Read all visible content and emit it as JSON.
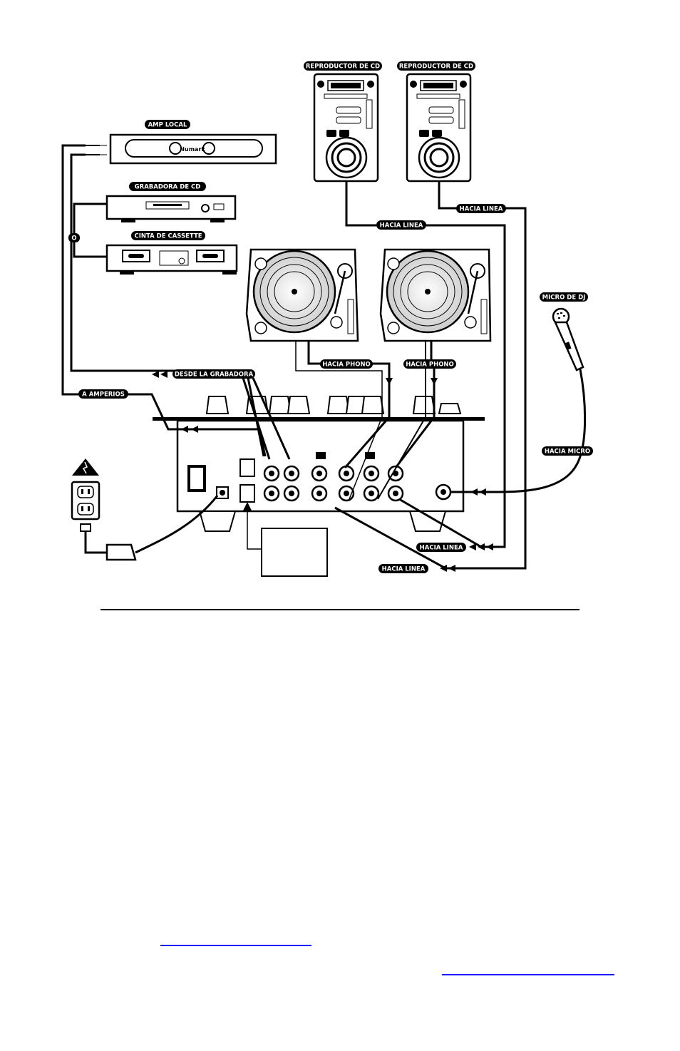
{
  "labels": {
    "cd_player_1": "REPRODUCTOR DE CD",
    "cd_player_2": "REPRODUCTOR DE CD",
    "amp": "AMP LOCAL",
    "cd_recorder": "GRABADORA DE CD",
    "cassette": "CINTA DE CASSETTE",
    "o": "O",
    "from_recorder": "DESDE LA GRABADORA",
    "to_amps": "A AMPERIOS",
    "to_phono_1": "HACIA PHONO",
    "to_phono_2": "HACIA PHONO",
    "to_line_cd2": "HACIA LINEA",
    "to_line_cd1": "HACIA LINEA",
    "to_line_bottom_1": "HACIA LINEA",
    "to_line_bottom_2": "HACIA LINEA",
    "mic": "MICRO DE DJ",
    "to_mic": "HACIA MICRO",
    "brand": "Numark"
  },
  "colors": {
    "line": "#000000",
    "link": "#1a1aff"
  }
}
